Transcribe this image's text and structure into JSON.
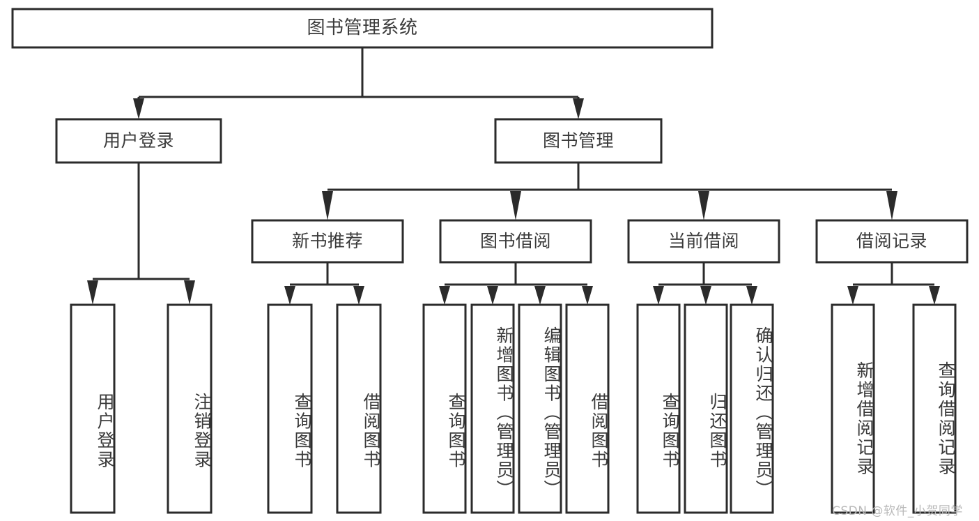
{
  "diagram": {
    "type": "tree-hierarchy-chart",
    "orientation": "top-down",
    "watermark": "CSDN @软件_小贺同学",
    "colors": {
      "background": "#ffffff",
      "box_fill": "#ffffff",
      "box_stroke": "#2b2b2b",
      "text": "#3a3a3a",
      "watermark": "#b9b9b9"
    },
    "root": {
      "label": "图书管理系统"
    },
    "level2": [
      {
        "label": "用户登录"
      },
      {
        "label": "图书管理"
      }
    ],
    "level3": [
      {
        "label": "新书推荐"
      },
      {
        "label": "图书借阅"
      },
      {
        "label": "当前借阅"
      },
      {
        "label": "借阅记录"
      }
    ],
    "leaves": {
      "user_login": [
        {
          "label": "用户登录"
        },
        {
          "label": "注销登录"
        }
      ],
      "new_book_recommend": [
        {
          "label": "查询图书"
        },
        {
          "label": "借阅图书"
        }
      ],
      "book_borrow": [
        {
          "label": "查询图书"
        },
        {
          "label": "新增图书（管理员）"
        },
        {
          "label": "编辑图书（管理员）"
        },
        {
          "label": "借阅图书"
        }
      ],
      "current_borrow": [
        {
          "label": "查询图书"
        },
        {
          "label": "归还图书"
        },
        {
          "label": "确认归还（管理员）"
        }
      ],
      "borrow_record": [
        {
          "label": "新增借阅记录"
        },
        {
          "label": "查询借阅记录"
        }
      ]
    }
  }
}
